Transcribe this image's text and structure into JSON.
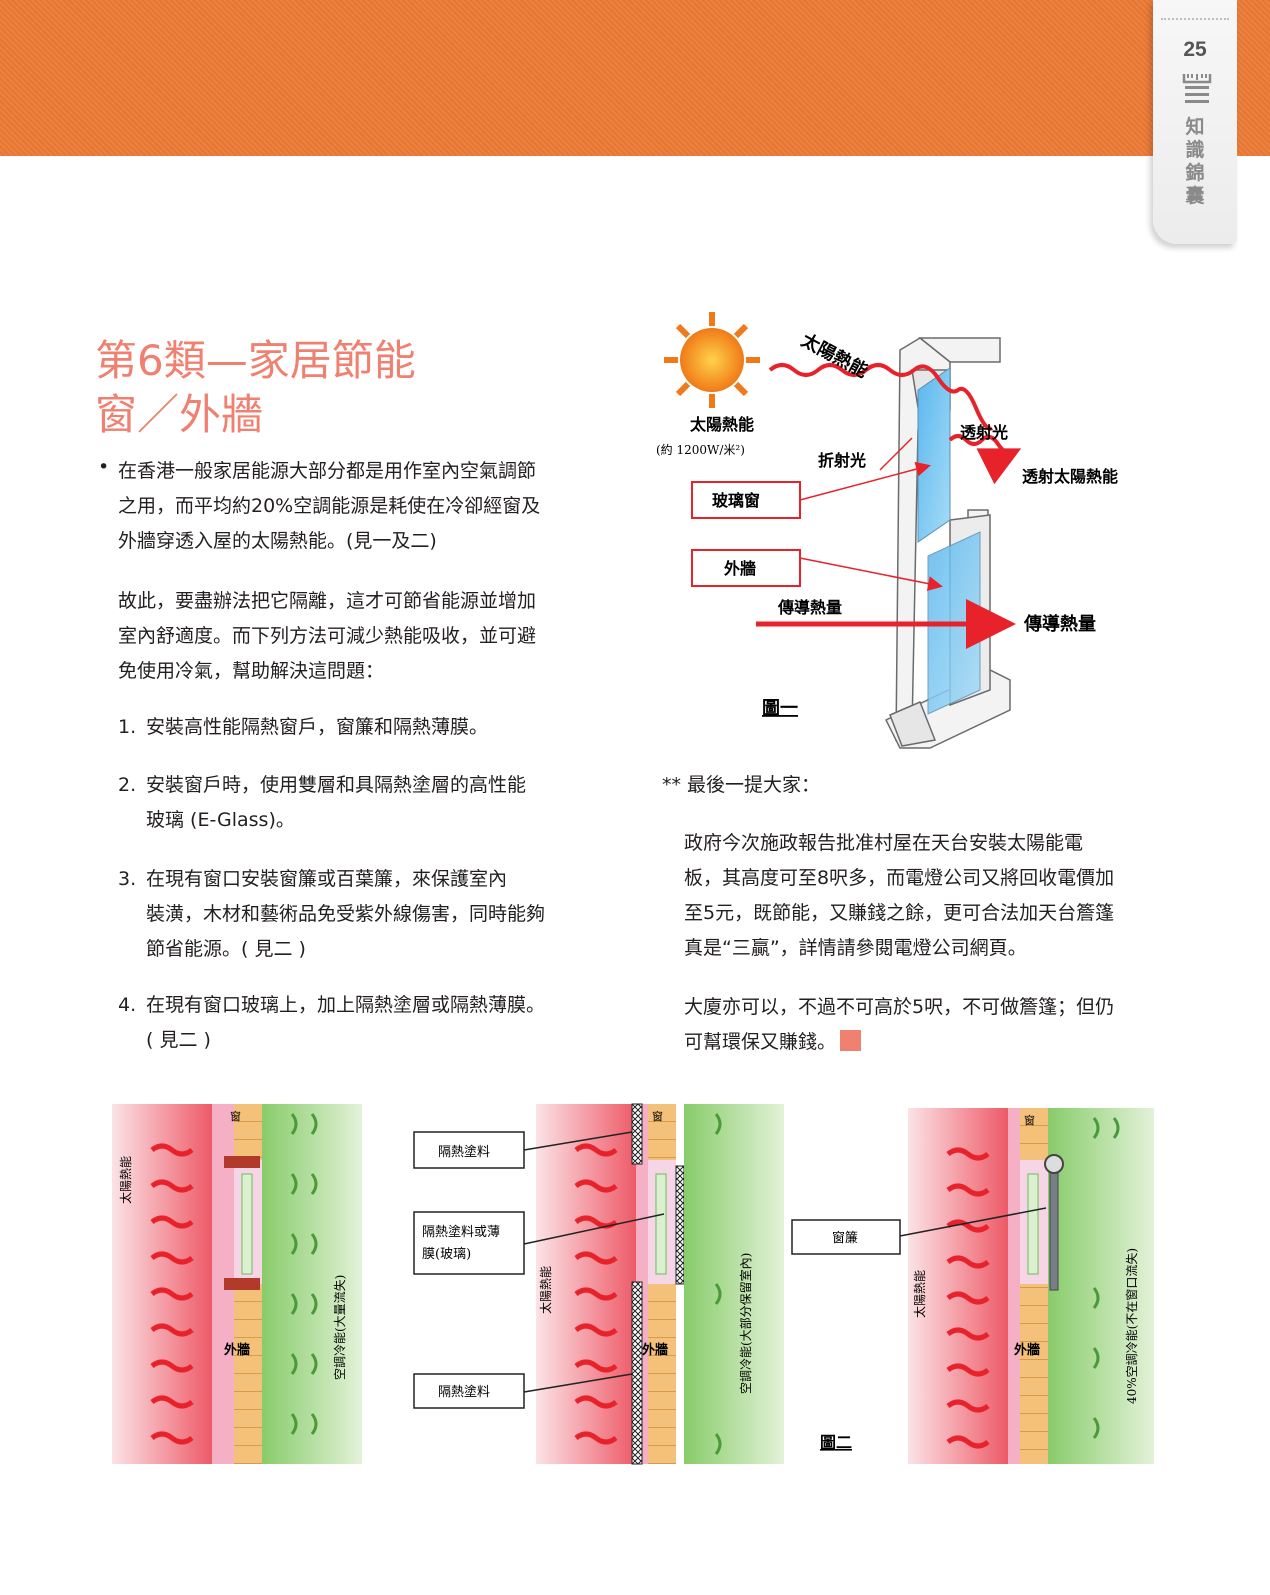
{
  "header": {
    "page_number": "25",
    "section_label": "知識錦囊",
    "icon": "kitchen-tools-icon"
  },
  "article": {
    "title_line1": "第6類—家居節能",
    "title_line2": "窗／外牆",
    "bullet_line1": "在香港一般家居能源大部分都是用作室內空氣調節",
    "bullet_line2": "之用，而平均約20%空調能源是耗使在冷卻經窗及",
    "bullet_line3": "外牆穿透入屋的太陽熱能。(見一及二)",
    "para_line1": "故此，要盡辦法把它隔離，這才可節省能源並增加",
    "para_line2": "室內舒適度。而下列方法可減少熱能吸收，並可避",
    "para_line3": "免使用冷氣，幫助解決這問題：",
    "items": [
      {
        "num": "1.",
        "lines": [
          "安裝高性能隔熱窗戶，窗簾和隔熱薄膜。"
        ]
      },
      {
        "num": "2.",
        "lines": [
          "安裝窗戶時，使用雙層和具隔熱塗層的高性能",
          "玻璃 (E-Glass)。"
        ]
      },
      {
        "num": "3.",
        "lines": [
          "在現有窗口安裝窗簾或百葉簾，來保護室內",
          "裝潢，木材和藝術品免受紫外線傷害，同時能夠",
          "節省能源。( 見二 )"
        ]
      },
      {
        "num": "4.",
        "lines": [
          "在現有窗口玻璃上，加上隔熱塗層或隔熱薄膜。",
          "( 見二 )"
        ]
      }
    ],
    "note_heading": "** 最後一提大家：",
    "note_p1": [
      "政府今次施政報告批准村屋在天台安裝太陽能電",
      "板，其高度可至8呎多，而電燈公司又將回收電價加",
      "至5元，既節能，又賺錢之餘，更可合法加天台簷篷",
      "真是“三贏”，詳情請參閱電燈公司網頁。"
    ],
    "note_p2": [
      "大廈亦可以，不過不可高於5呎，不可做簷篷；但仍",
      "可幫環保又賺錢。"
    ]
  },
  "figure1": {
    "sun_label": "太陽熱能",
    "sun_value": "(約 1200W/米²)",
    "solar_heat": "太陽熱能",
    "refracted": "折射光",
    "transmitted": "透射光",
    "transmitted_heat": "透射太陽熱能",
    "glass_window": "玻璃窗",
    "outer_wall": "外牆",
    "conducted_left": "傳導熱量",
    "conducted_right": "傳導熱量",
    "caption": "圖一"
  },
  "figure2": {
    "panel_a": {
      "outside": "太陽熱能",
      "window": "窗",
      "wall": "外牆",
      "inside": "空調冷能(大量流失)"
    },
    "panel_b": {
      "outside": "太陽熱能",
      "window": "窗",
      "wall": "外牆",
      "inside": "空調冷能(大部分保留室內)",
      "callout_top": "隔熱塗料",
      "callout_mid_1": "隔熱塗料或薄",
      "callout_mid_2": "膜(玻璃)",
      "callout_bottom": "隔熱塗料"
    },
    "panel_c": {
      "outside": "太陽熱能",
      "window": "窗",
      "wall": "外牆",
      "inside": "40%空調冷能(不在窗口流失)",
      "callout": "窗簾"
    },
    "caption": "圖二"
  },
  "colors": {
    "orange_band": "#ec7a35",
    "title_pink": "#f08070",
    "heat_red": "#e8333a",
    "cool_green": "#6cbf5c"
  }
}
